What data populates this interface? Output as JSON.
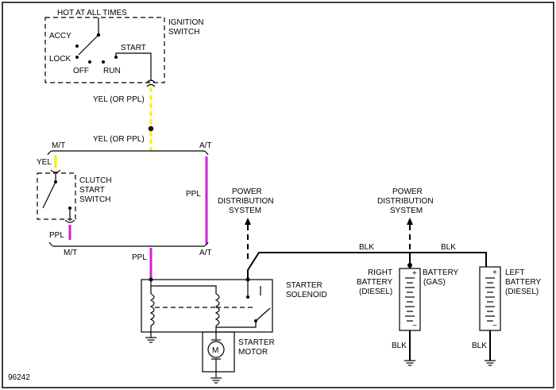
{
  "figure_id": "96242",
  "colors": {
    "wire_yel": "#f2f200",
    "wire_ppl": "#d61ed6",
    "wire_blk": "#000000"
  },
  "ignition": {
    "hot_label": "HOT AT ALL TIMES",
    "switch_label_1": "IGNITION",
    "switch_label_2": "SWITCH",
    "accy": "ACCY",
    "lock": "LOCK",
    "off": "OFF",
    "run": "RUN",
    "start": "START"
  },
  "wires": {
    "yel_or_ppl_1": "YEL (OR PPL)",
    "yel_or_ppl_2": "YEL (OR PPL)",
    "mt_top": "M/T",
    "at_top": "A/T",
    "yel": "YEL",
    "ppl_left": "PPL",
    "ppl_mid": "PPL",
    "ppl_bottom": "PPL",
    "mt_bottom": "M/T",
    "at_bottom": "A/T",
    "blk_top_left": "BLK",
    "blk_top_right": "BLK",
    "blk_bottom_right_batt": "BLK",
    "blk_bottom_left_batt": "BLK"
  },
  "clutch": {
    "line1": "CLUTCH",
    "line2": "START",
    "line3": "SWITCH"
  },
  "power_dist_1": {
    "line1": "POWER",
    "line2": "DISTRIBUTION",
    "line3": "SYSTEM"
  },
  "power_dist_2": {
    "line1": "POWER",
    "line2": "DISTRIBUTION",
    "line3": "SYSTEM"
  },
  "solenoid": {
    "line1": "STARTER",
    "line2": "SOLENOID"
  },
  "motor": {
    "line1": "STARTER",
    "line2": "MOTOR",
    "symbol": "M"
  },
  "battery_right": {
    "line1": "RIGHT",
    "line2": "BATTERY",
    "line3": "(DIESEL)"
  },
  "battery_gas": {
    "line1": "BATTERY",
    "line2": "(GAS)"
  },
  "battery_left": {
    "line1": "LEFT",
    "line2": "BATTERY",
    "line3": "(DIESEL)"
  },
  "polarity": {
    "plus": "+",
    "minus": "−"
  }
}
